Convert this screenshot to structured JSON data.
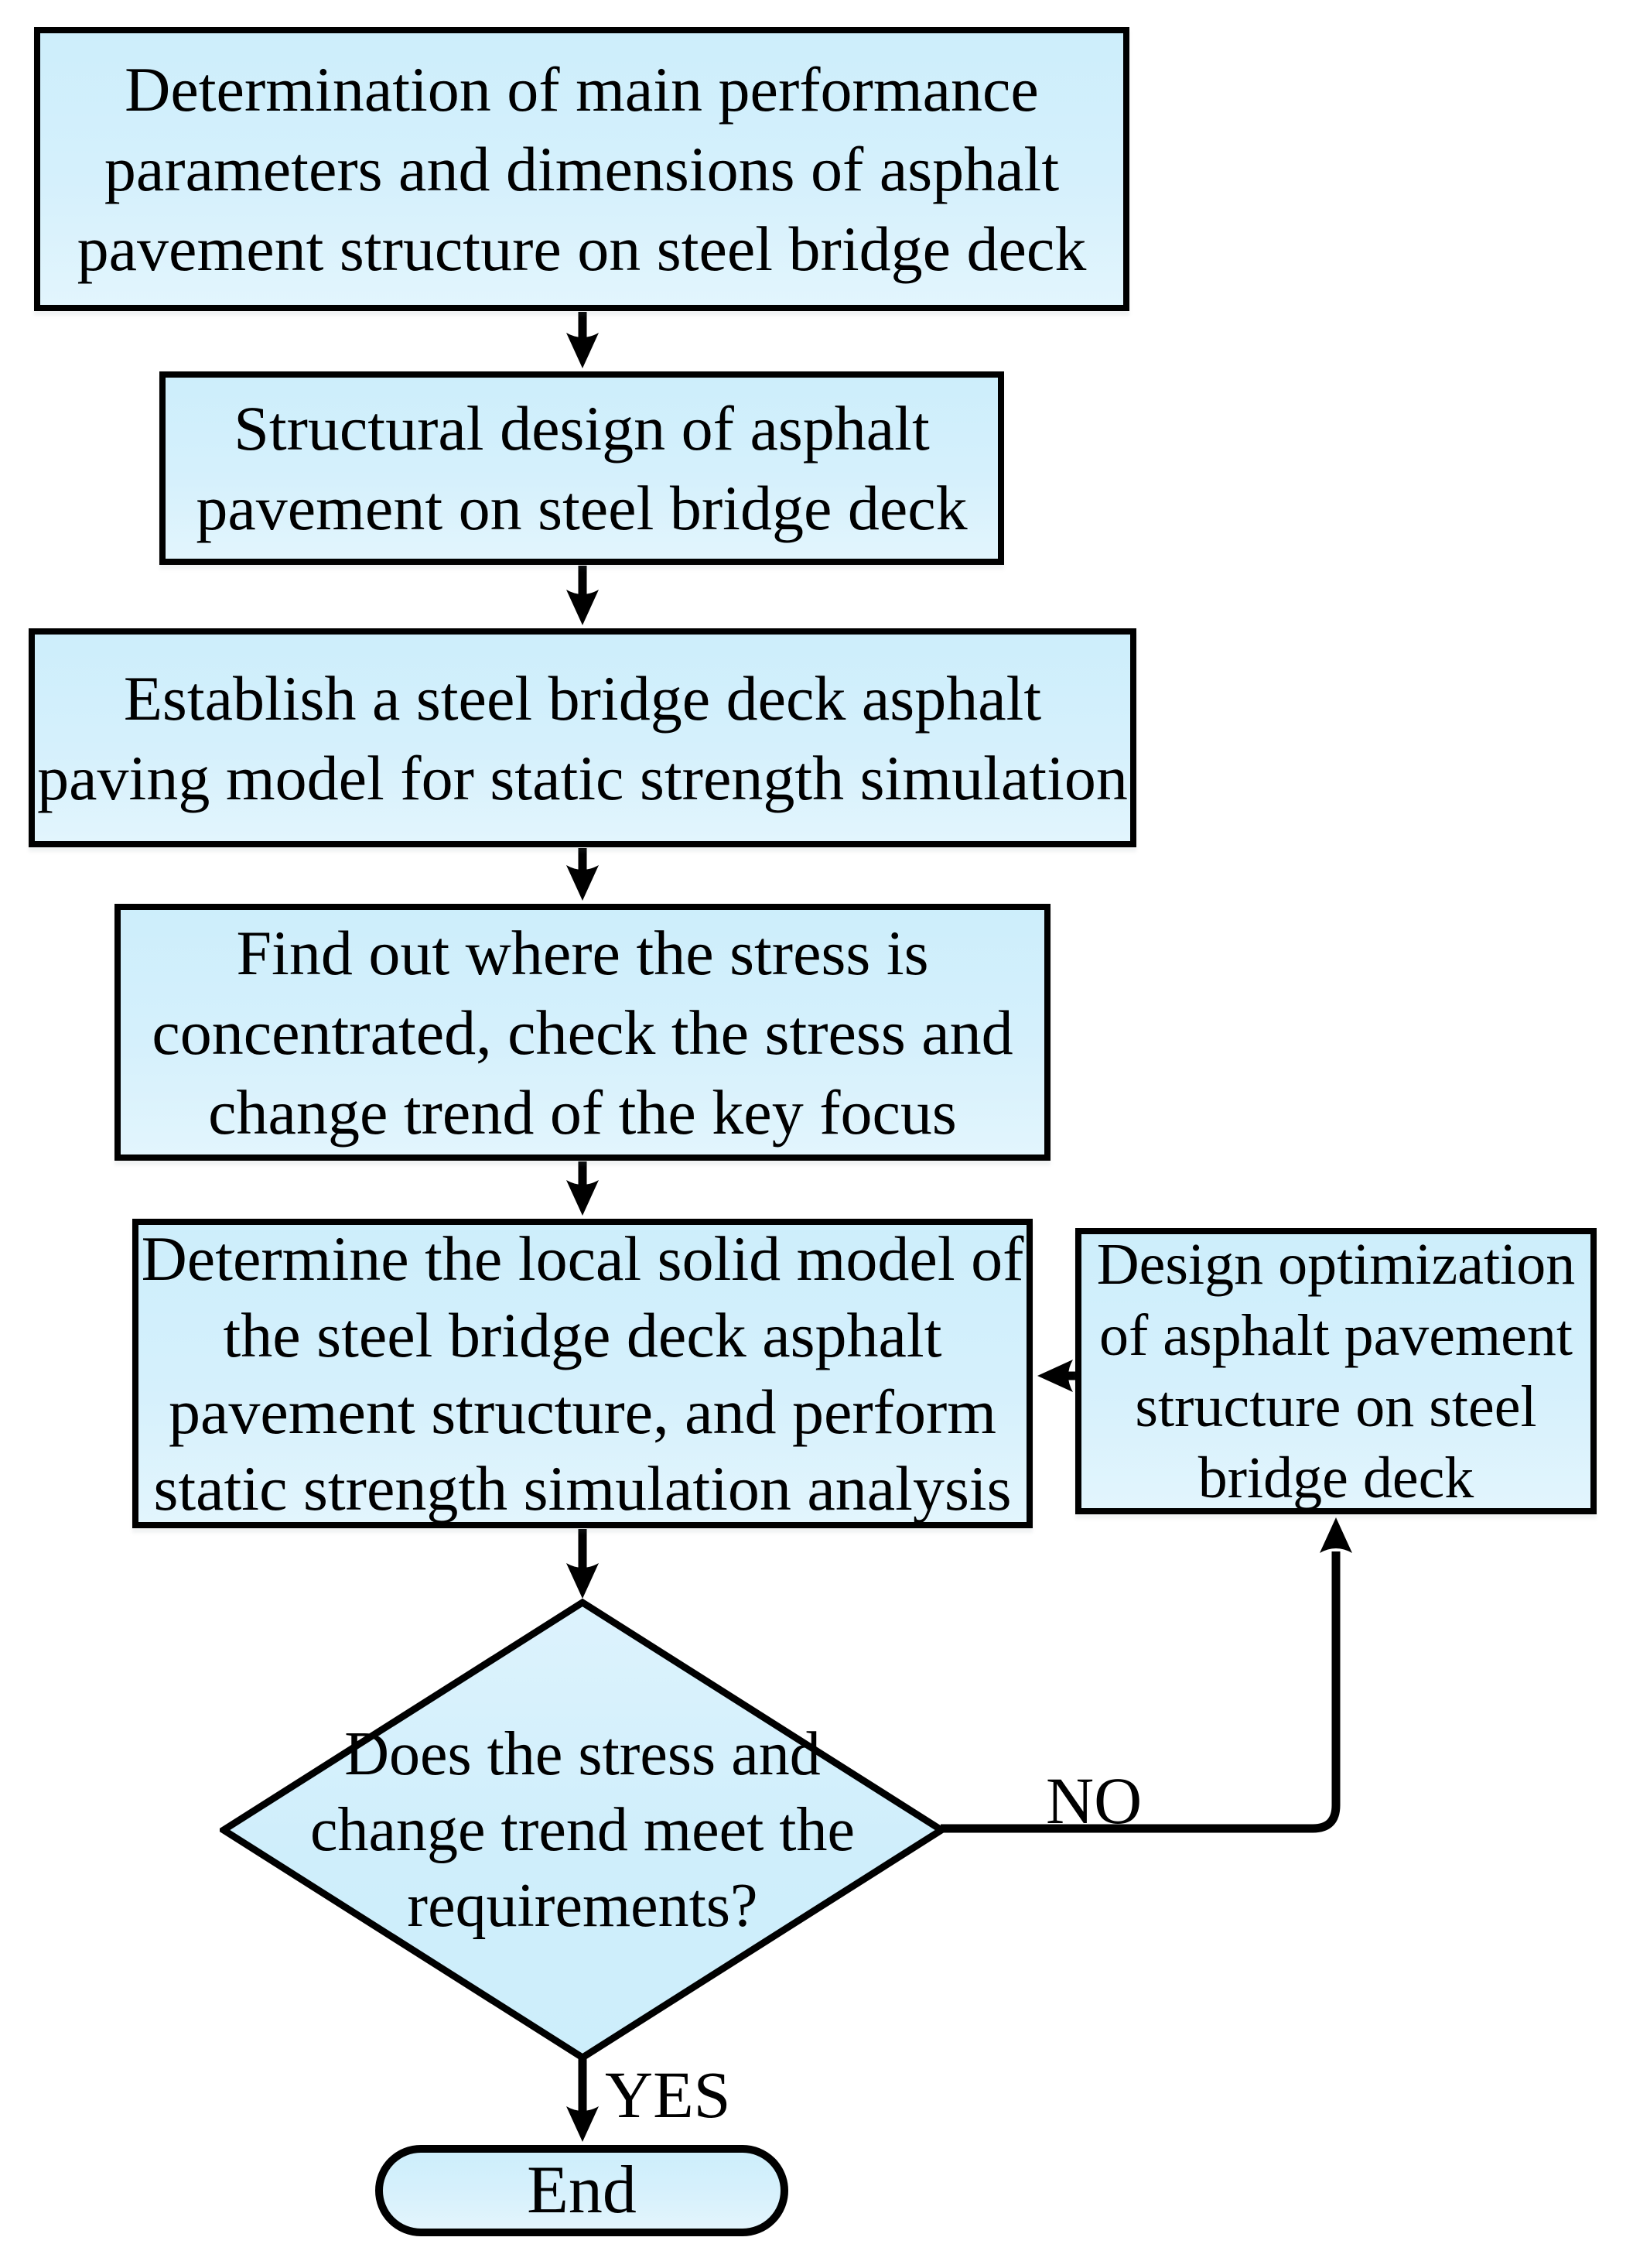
{
  "flowchart": {
    "nodes": {
      "step1": {
        "type": "process",
        "label": "Determination of main performance\nparameters and dimensions of asphalt\npavement structure on steel bridge deck"
      },
      "step2": {
        "type": "process",
        "label": "Structural design of asphalt\npavement on steel bridge deck"
      },
      "step3": {
        "type": "process",
        "label": "Establish a steel bridge deck asphalt\npaving model for static strength simulation"
      },
      "step4": {
        "type": "process",
        "label": "Find out where the stress is\nconcentrated, check the stress and\nchange trend of the key focus"
      },
      "step5": {
        "type": "process",
        "label": "Determine the local solid model of\nthe steel bridge deck asphalt\npavement structure, and perform\nstatic strength simulation analysis"
      },
      "optimization": {
        "type": "process",
        "label": "Design optimization\nof asphalt pavement\nstructure on steel\nbridge deck"
      },
      "decision": {
        "type": "decision",
        "label": "Does the stress and\nchange trend meet the\nrequirements?"
      },
      "end": {
        "type": "terminator",
        "label": "End"
      }
    },
    "edge_labels": {
      "no": "NO",
      "yes": "YES"
    },
    "colors": {
      "node_fill_top": "#cdeefb",
      "node_fill_bottom": "#e2f5fd",
      "node_border": "#000000",
      "connector": "#000000",
      "text": "#000000",
      "background": "#ffffff"
    }
  }
}
